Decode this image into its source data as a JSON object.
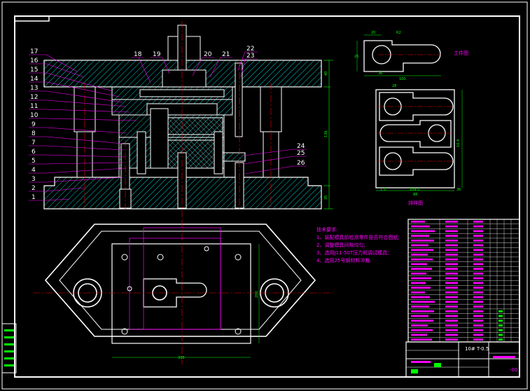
{
  "sheet": {
    "background": "#000000",
    "line_color": "#ffffff",
    "leader_color": "#ff00ff",
    "centerline_color": "#ff0000",
    "dimension_color": "#00ff00",
    "hatch_color": "#00ffff"
  },
  "part_numbers_left": [
    "17",
    "16",
    "15",
    "14",
    "13",
    "12",
    "11",
    "10",
    "9",
    "8",
    "7",
    "6",
    "5",
    "4",
    "3",
    "2",
    "1"
  ],
  "part_numbers_top": [
    "18",
    "19",
    "20",
    "21",
    "22",
    "23"
  ],
  "part_numbers_right": [
    "24",
    "25",
    "26"
  ],
  "section_dims": {
    "height_total": "136",
    "top_plate": "40",
    "bottom_plate": "35"
  },
  "workpiece": {
    "label": "工件图",
    "dim_top": "20",
    "dim_r": "R2",
    "dim_left": "26",
    "dim_mid": "36",
    "dim_bottom": "100"
  },
  "layout": {
    "label": "排样图",
    "dim_top": "28",
    "dim_bottom": "88",
    "dim_left": "1.5",
    "dim_mid": "109.5",
    "dim_right": "36",
    "dim_side": "10.4"
  },
  "tech_notes": {
    "title": "技术要求:",
    "items": [
      "1、装配模具前检测零件是否符合图纸;",
      "2、调整模具间隙均匀;",
      "3、选用J11-50T压力机调试模具;",
      "4、选用25号钢材料冲裁."
    ]
  },
  "plan_dims": {
    "width": "330",
    "height": "200"
  },
  "title_block": {
    "drawing_name": "10# T-0.5",
    "code": "-00"
  }
}
